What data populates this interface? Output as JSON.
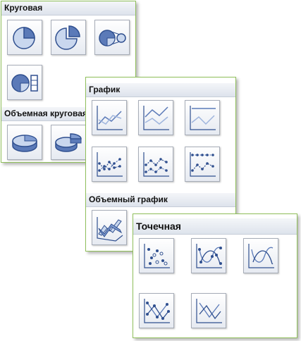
{
  "panels": {
    "pie": {
      "section_title": "Круговая",
      "section_3d_title": "Объемная круговая",
      "items": [
        {
          "name": "pie",
          "icon": "pie-chart-icon"
        },
        {
          "name": "exploded-pie",
          "icon": "exploded-pie-chart-icon"
        },
        {
          "name": "pie-of-pie",
          "icon": "pie-of-pie-chart-icon"
        },
        {
          "name": "bar-of-pie",
          "icon": "bar-of-pie-chart-icon"
        },
        {
          "name": "3d-pie",
          "icon": "3d-pie-chart-icon"
        },
        {
          "name": "3d-exploded-pie",
          "icon": "3d-exploded-pie-chart-icon"
        }
      ]
    },
    "line": {
      "section_title": "График",
      "section_3d_title": "Объемный график",
      "items": [
        {
          "name": "line",
          "icon": "line-chart-icon"
        },
        {
          "name": "stacked-line",
          "icon": "stacked-line-chart-icon"
        },
        {
          "name": "100-stacked-line",
          "icon": "100-stacked-line-chart-icon"
        },
        {
          "name": "line-markers",
          "icon": "line-markers-chart-icon"
        },
        {
          "name": "stacked-line-markers",
          "icon": "stacked-line-markers-chart-icon"
        },
        {
          "name": "100-stacked-line-markers",
          "icon": "100-stacked-line-markers-chart-icon"
        },
        {
          "name": "3d-line",
          "icon": "3d-line-chart-icon"
        }
      ]
    },
    "scatter": {
      "section_title": "Точечная",
      "items": [
        {
          "name": "scatter-markers",
          "icon": "scatter-markers-chart-icon"
        },
        {
          "name": "scatter-smooth-markers",
          "icon": "scatter-smooth-markers-chart-icon"
        },
        {
          "name": "scatter-smooth",
          "icon": "scatter-smooth-chart-icon"
        },
        {
          "name": "scatter-straight-markers",
          "icon": "scatter-straight-markers-chart-icon"
        },
        {
          "name": "scatter-straight",
          "icon": "scatter-straight-chart-icon"
        }
      ]
    }
  },
  "colors": {
    "panel_border": "#8fbf5a",
    "icon_stroke": "#2f4f8f",
    "icon_fill_light": "#c9d7ee",
    "icon_fill_dark": "#5b7ab8"
  }
}
